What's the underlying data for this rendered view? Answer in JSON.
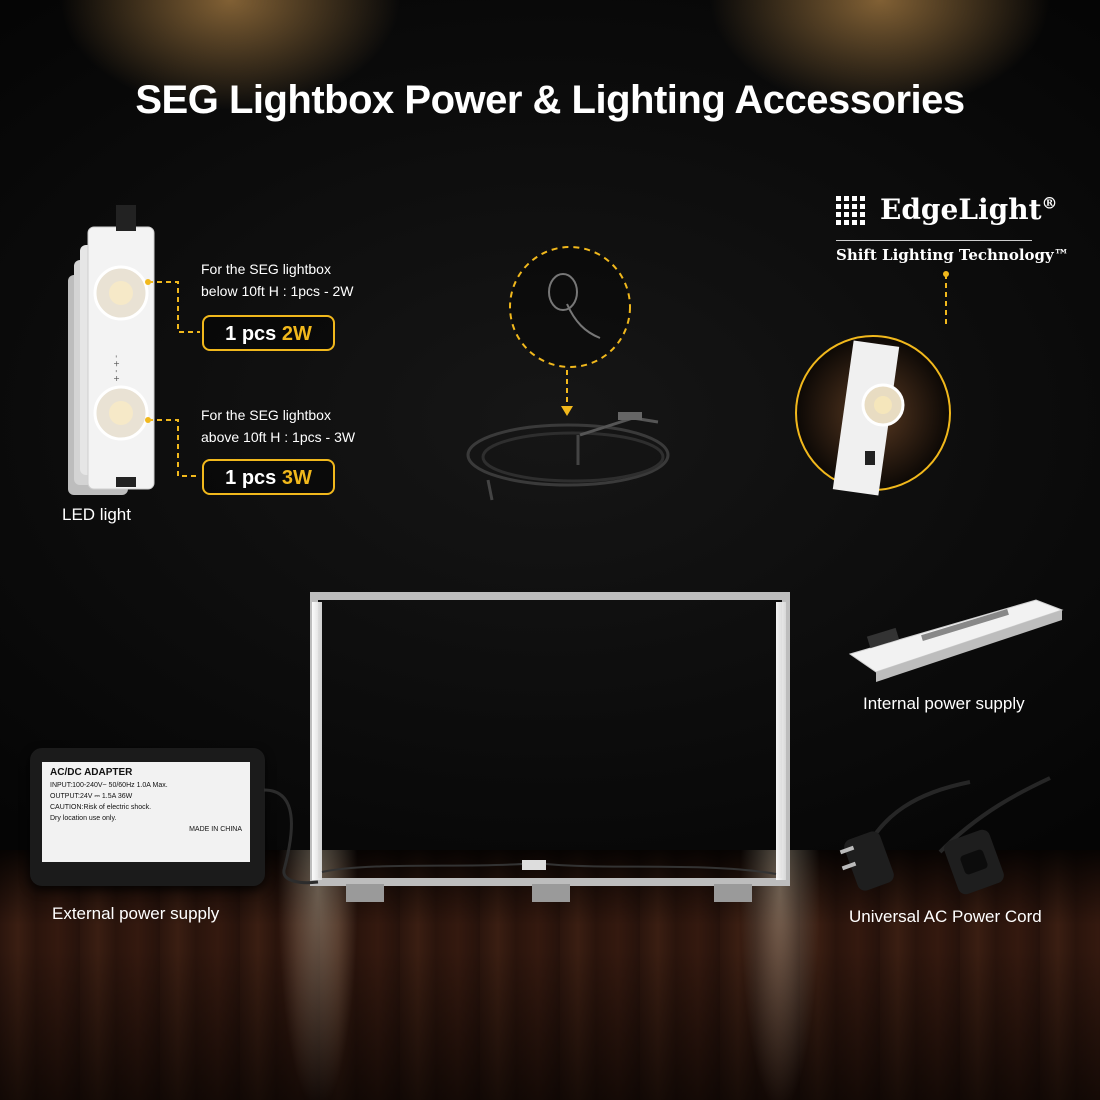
{
  "title": "SEG Lightbox Power & Lighting Accessories",
  "led": {
    "label": "LED light",
    "note_2w_line1": "For the SEG lightbox",
    "note_2w_line2": "below 10ft H : 1pcs - 2W",
    "badge_2w_count": "1 pcs ",
    "badge_2w_watt": "2W",
    "note_3w_line1": "For the SEG lightbox",
    "note_3w_line2": "above 10ft H : 1pcs - 3W",
    "badge_3w_count": "1 pcs ",
    "badge_3w_watt": "3W"
  },
  "brand": {
    "name": "EdgeLight",
    "reg": "®",
    "tagline": "Shift Lighting Technology™"
  },
  "items": {
    "internal_power_supply": "Internal power supply",
    "external_power_supply": "External power supply",
    "ac_cord": "Universal AC Power Cord"
  },
  "adapter": {
    "title": "AC/DC ADAPTER",
    "input": "INPUT:100-240V~  50/60Hz  1.0A Max.",
    "output": "OUTPUT:24V ⎓ 1.5A  36W",
    "caution": "CAUTION:Risk of electric shock.",
    "dry": "Dry location use only.",
    "made": "MADE IN CHINA"
  },
  "colors": {
    "accent": "#f1b81c",
    "text": "#ffffff"
  }
}
